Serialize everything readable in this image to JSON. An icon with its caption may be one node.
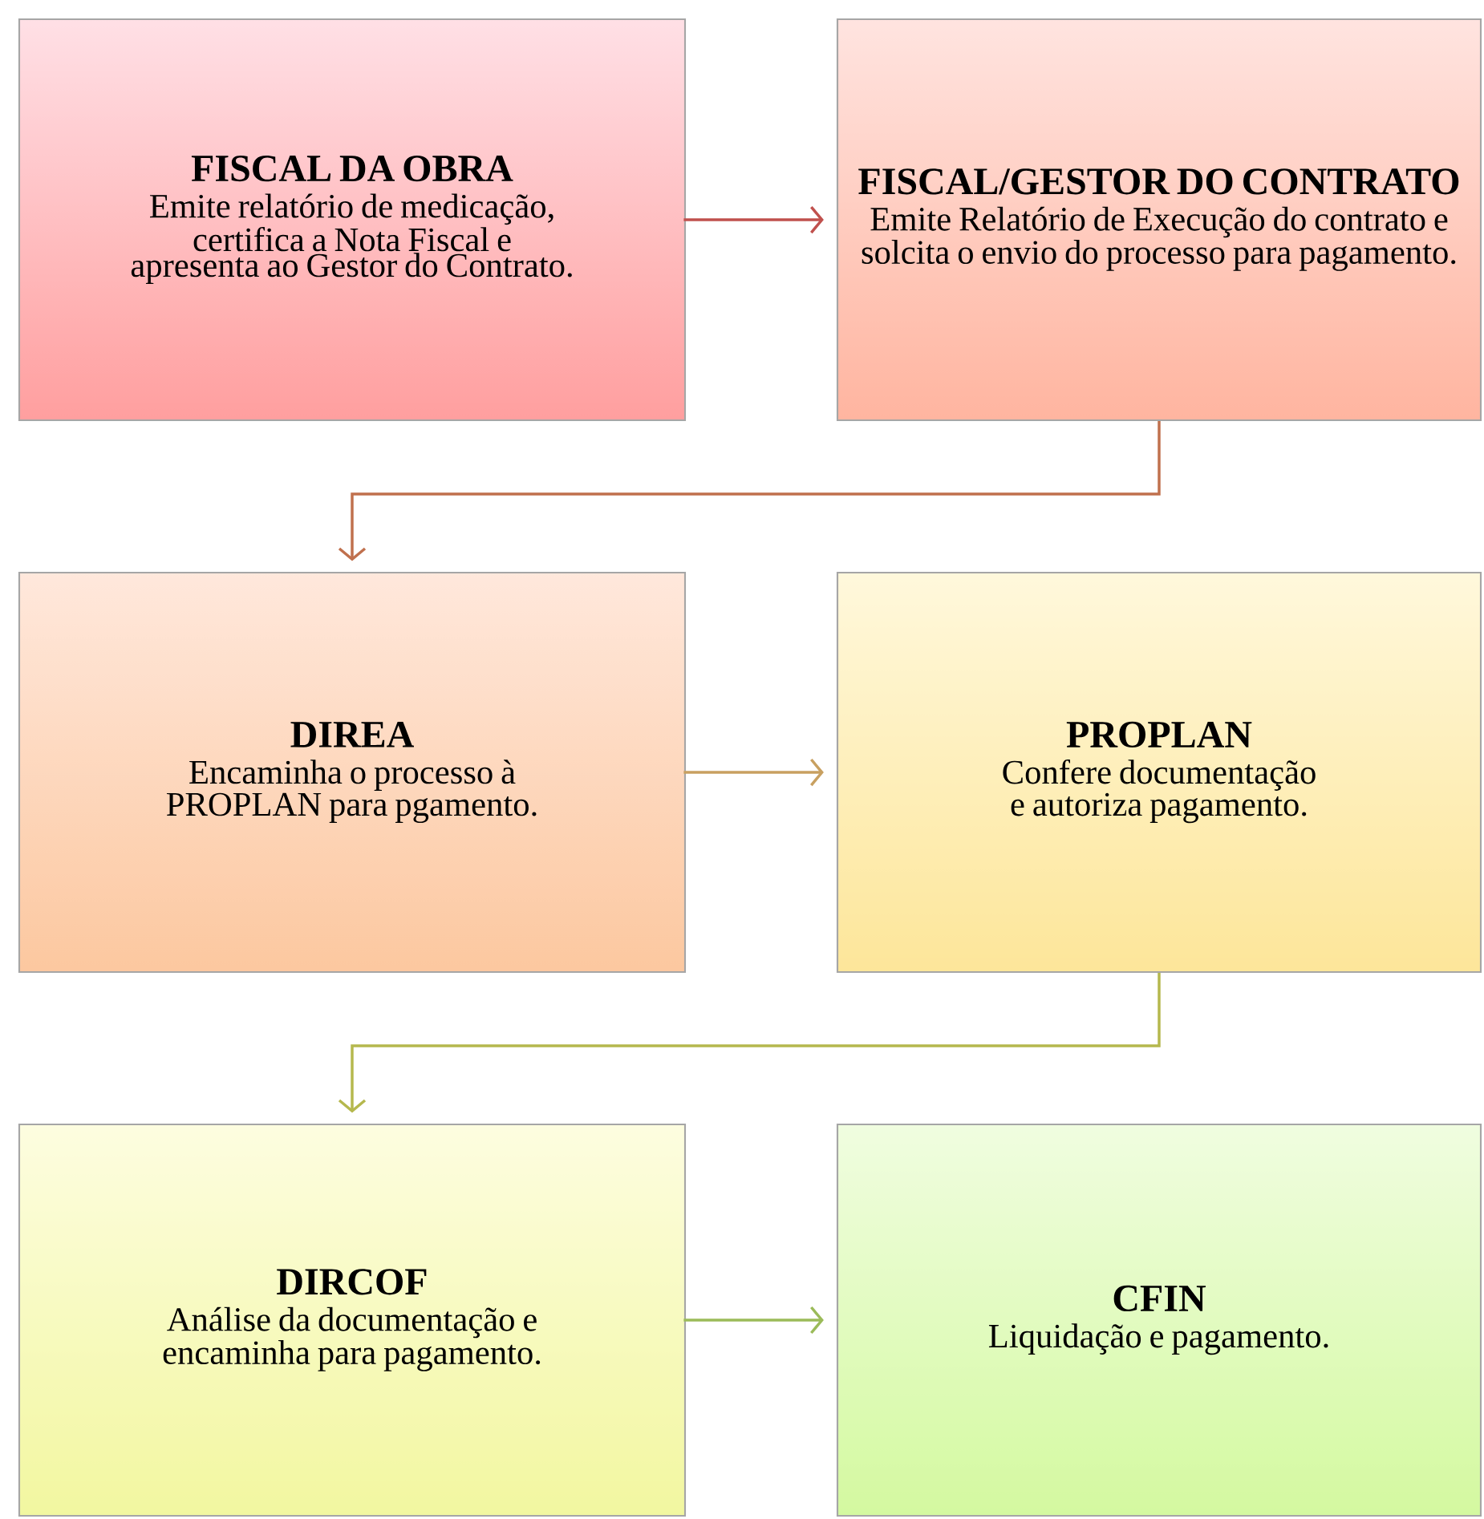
{
  "diagram": {
    "nodes": [
      {
        "text": [
          "FISCAL DA OBRA",
          "Emite relatório de medicação, certifica a Nota Fiscal e apresenta ao Gestor do Contrato."
        ]
      },
      {
        "text": [
          "FISCAL/GESTOR DO CONTRATO",
          "Emite Relatório de Execução do contrato e solcita o envio do processo para pagamento."
        ]
      },
      {
        "text": [
          "DIREA",
          "Encaminha o processo à PROPLAN para pgamento."
        ]
      },
      {
        "text": [
          "PROPLAN",
          "Confere documentação e autoriza pagamento."
        ]
      },
      {
        "text": [
          "DIRCOF",
          "Análise da documentação e encaminha para pagamento."
        ]
      },
      {
        "text": [
          "CFIN",
          "Liquidação e pagamento."
        ]
      }
    ],
    "edges": [
      {
        "from": 0,
        "to": 1,
        "arrow": "to",
        "color": "#c0504d"
      },
      {
        "from": 1,
        "to": 2,
        "arrow": "to",
        "color": "#c0704d"
      },
      {
        "from": 2,
        "to": 3,
        "arrow": "to",
        "color": "#c8a060"
      },
      {
        "from": 3,
        "to": 4,
        "arrow": "to",
        "color": "#b5b84d"
      },
      {
        "from": 4,
        "to": 5,
        "arrow": "to",
        "color": "#9bbb59"
      }
    ]
  }
}
